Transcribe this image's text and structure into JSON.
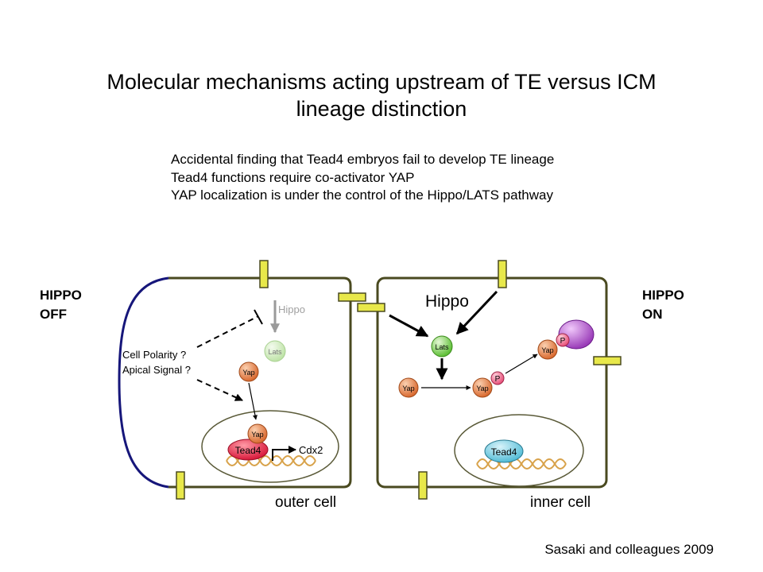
{
  "title": {
    "line1": "Molecular mechanisms acting upstream of TE versus ICM",
    "line2": "lineage distinction"
  },
  "bullets": [
    "Accidental finding that Tead4 embryos fail to develop TE lineage",
    "Tead4 functions require co-activator YAP",
    "YAP localization is under the control of the Hippo/LATS pathway"
  ],
  "hippo_off": {
    "line1": "HIPPO",
    "line2": "OFF"
  },
  "hippo_on": {
    "line1": "HIPPO",
    "line2": "ON"
  },
  "outer_cell": {
    "label": "outer cell",
    "hippo": "Hippo",
    "lats": "Lats",
    "cell_polarity": "Cell Polarity ?",
    "apical_signal": "Apical Signal ?",
    "yap_cytoplasm": "Yap",
    "yap_nucleus": "Yap",
    "tead4": "Tead4",
    "target_gene": "Cdx2"
  },
  "inner_cell": {
    "label": "inner cell",
    "hippo": "Hippo",
    "lats": "Lats",
    "yap_unphosphorylated": "Yap",
    "yap_phosphorylated": "Yap",
    "phospho_1": "P",
    "yap_degraded": "Yap",
    "phospho_2": "P",
    "tead4": "Tead4"
  },
  "citation": "Sasaki and colleagues 2009",
  "colors": {
    "membrane": "#4a4a20",
    "apical_membrane": "#16167a",
    "junction": "#e8e84a",
    "yap": "#e07a42",
    "lats": "#7fcf4f",
    "lats_faded": "#c9e8b4",
    "tead4_active": "#e8304a",
    "tead4_inactive": "#6ccbe0",
    "phospho": "#f06a8a",
    "degradation": "#b46ac8",
    "dna": "#d8a24a"
  },
  "icons": [
    "junction-icon",
    "dna-helix-icon",
    "degradation-complex-icon"
  ]
}
